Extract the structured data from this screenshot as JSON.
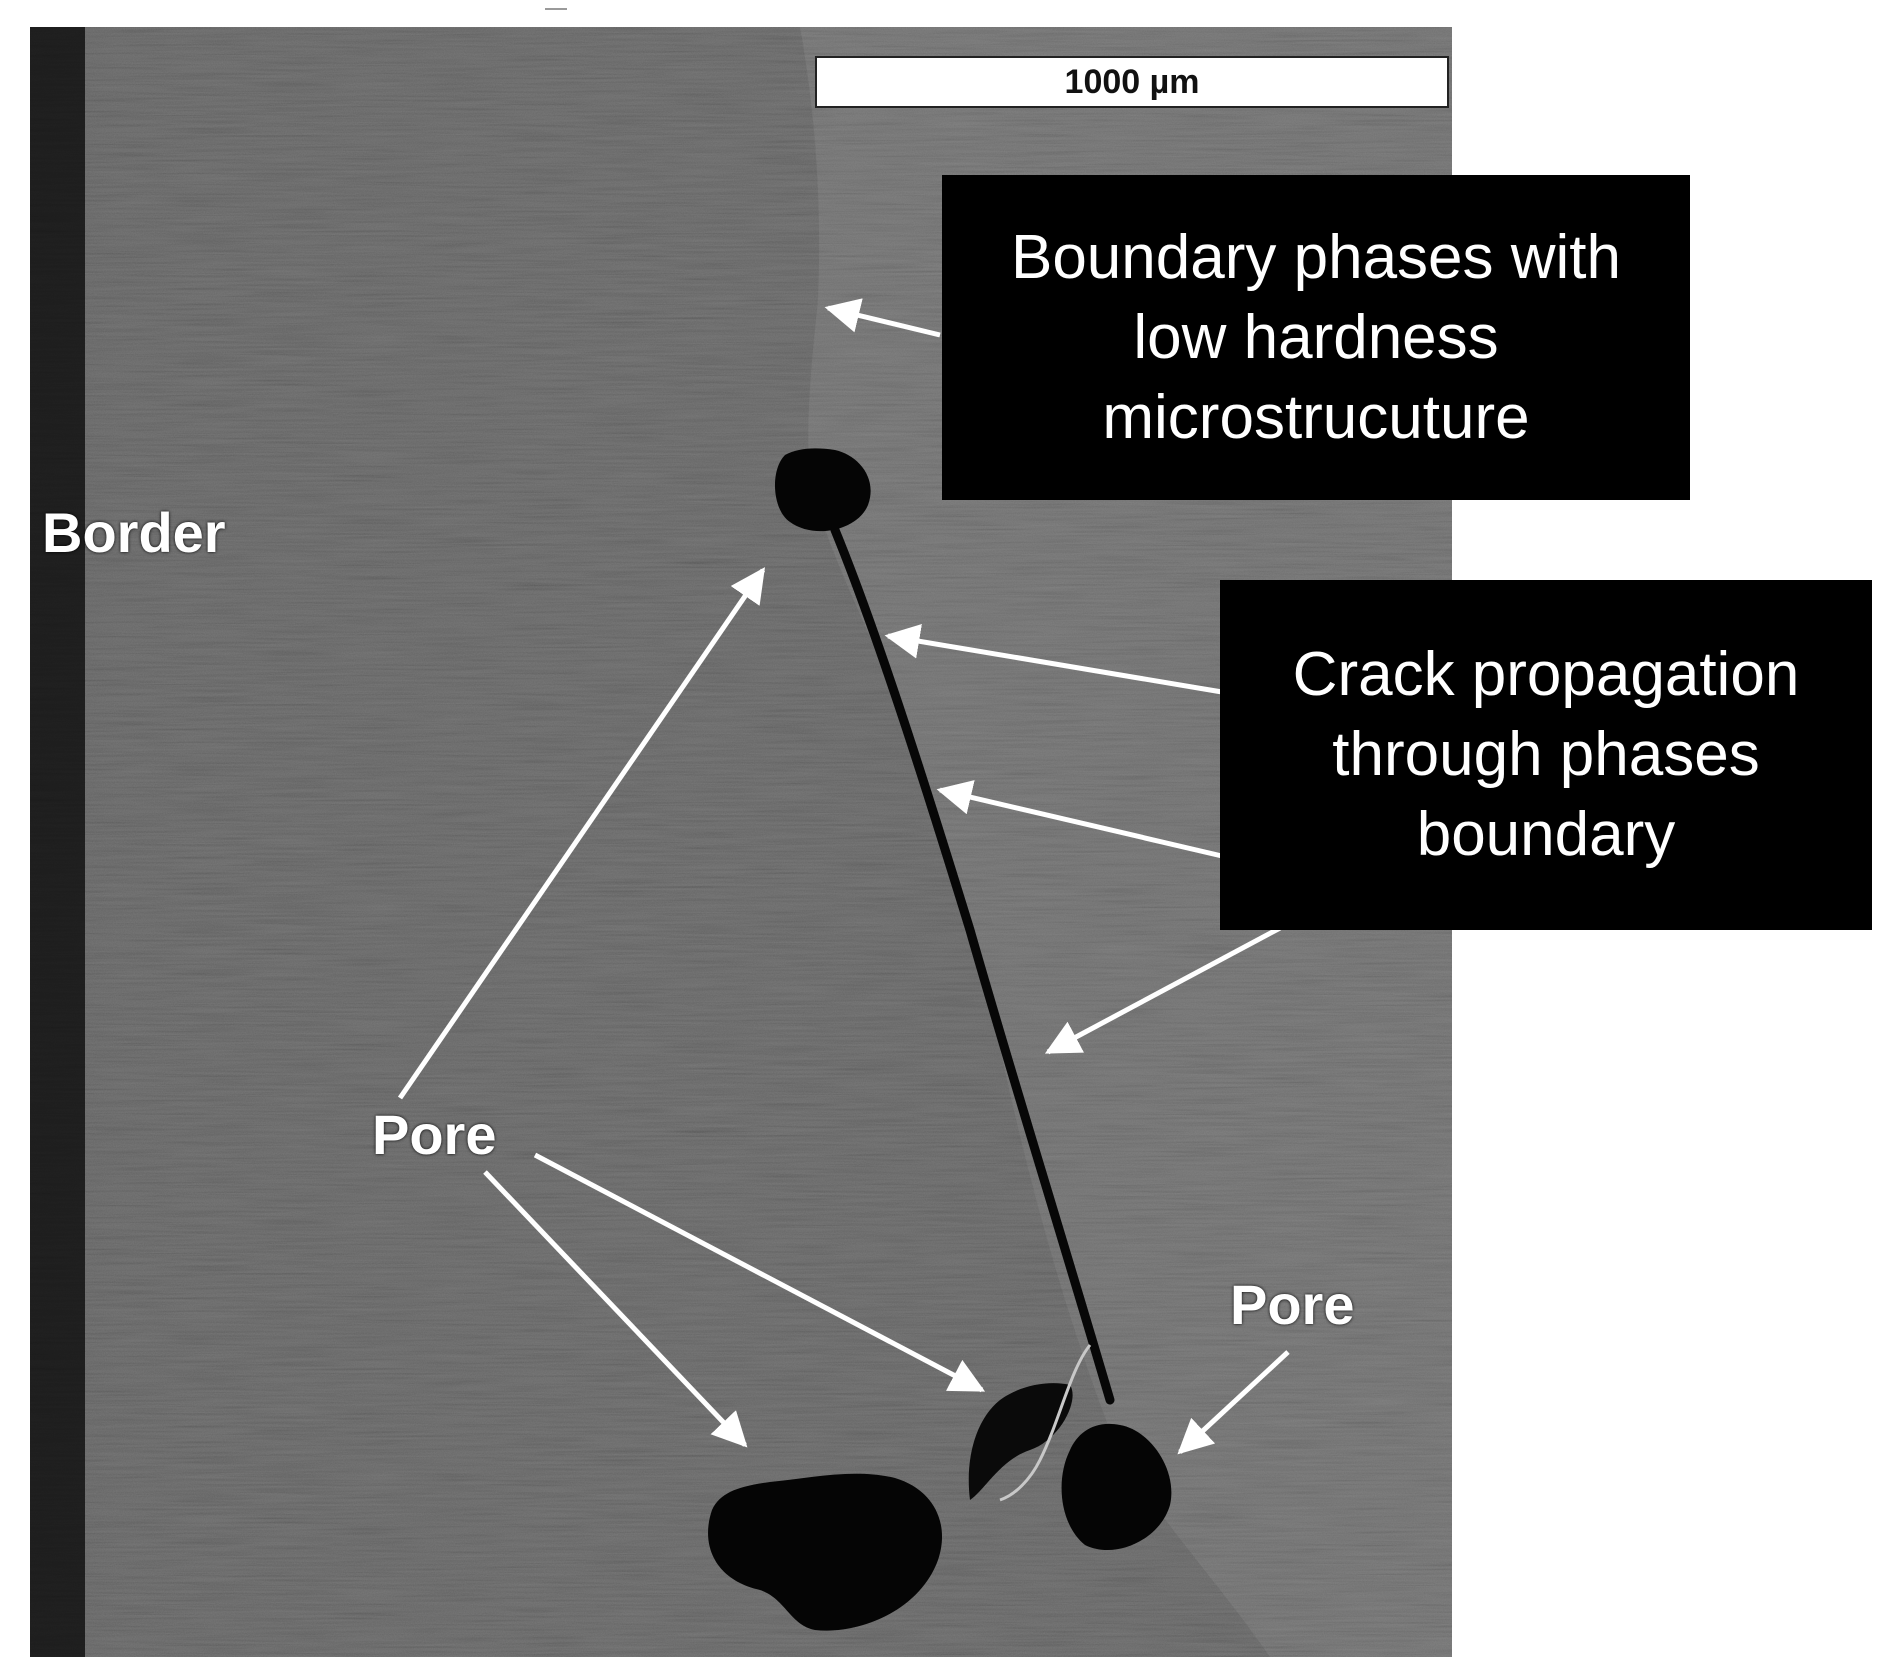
{
  "figure": {
    "scale_bar": "1000 µm",
    "labels": {
      "border": "Border",
      "pore_1": "Pore",
      "pore_2": "Pore"
    },
    "callouts": {
      "boundary": [
        "Boundary phases with",
        "low hardness",
        "microstrucuture"
      ],
      "crack": [
        "Crack propagation",
        "through phases",
        "boundary"
      ]
    },
    "colors": {
      "micrograph_dark": "#202020",
      "micrograph_light": "#9e9e9e",
      "callout_bg": "#000000",
      "annotation": "#ffffff"
    }
  }
}
